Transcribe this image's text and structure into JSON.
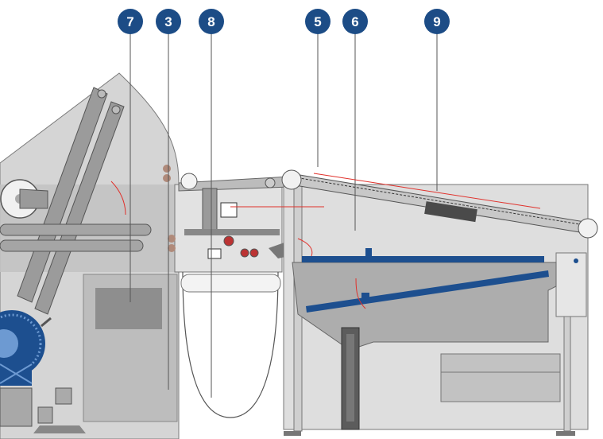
{
  "colors": {
    "callout_fill": "#1c4c86",
    "callout_text": "#ffffff",
    "panel_gray": "#c9c9c9",
    "dark_gray": "#8e8e8e",
    "frame_gray": "#d9d9d9",
    "machine_blue": "#1d4f8f",
    "arrow_red": "#e0312b"
  },
  "callouts": [
    {
      "id": "7",
      "label": "7"
    },
    {
      "id": "3",
      "label": "3"
    },
    {
      "id": "8",
      "label": "8"
    },
    {
      "id": "5",
      "label": "5"
    },
    {
      "id": "6",
      "label": "6"
    },
    {
      "id": "9",
      "label": "9"
    }
  ]
}
